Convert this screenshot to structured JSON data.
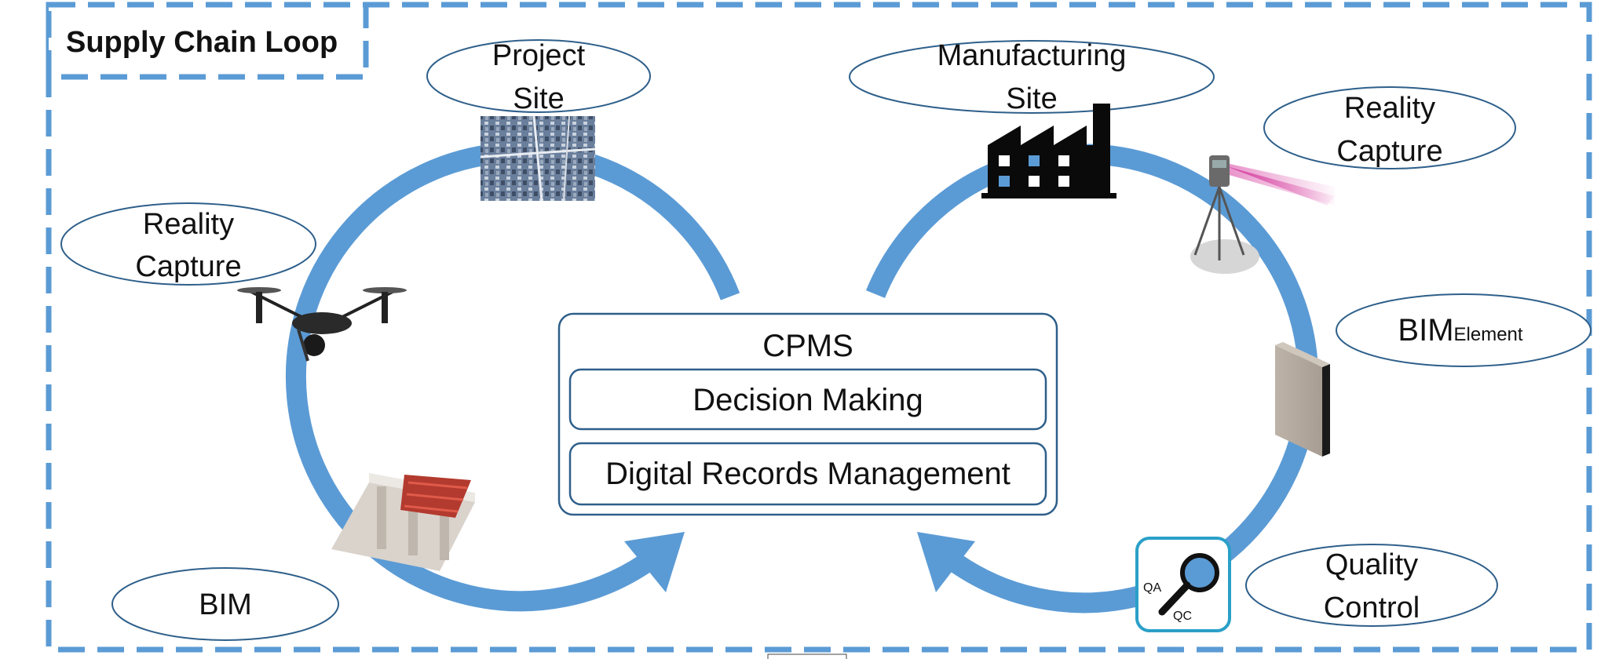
{
  "title": "Supply Chain Loop",
  "colors": {
    "loop_blue": "#5b9bd5",
    "frame_blue": "#5b9bd5",
    "ellipse_stroke": "#2e5f8a",
    "cpms_stroke": "#2e5f8a",
    "text": "#111111",
    "factory": "#0a0a0a",
    "laser": "#d63fa0",
    "qaqc_border": "#2aa0c8"
  },
  "left_loop": {
    "project_site": {
      "line1": "Project",
      "line2": "Site"
    },
    "reality_capture": {
      "line1": "Reality",
      "line2": "Capture"
    },
    "bim": "BIM"
  },
  "right_loop": {
    "manufacturing_site": {
      "line1": "Manufacturing",
      "line2": "Site"
    },
    "reality_capture": {
      "line1": "Reality",
      "line2": "Capture"
    },
    "bim_element": {
      "main": "BIM",
      "sub": "Element"
    },
    "quality_control": {
      "line1": "Quality",
      "line2": "Control"
    }
  },
  "cpms": {
    "title": "CPMS",
    "decision_making": "Decision Making",
    "digital_records": "Digital Records Management"
  },
  "qaqc": {
    "qa": "QA",
    "qc": "QC"
  },
  "icons": {
    "project_site": "aerial-site-photo-icon",
    "drone": "drone-icon",
    "bim_model": "bim-building-model-icon",
    "factory": "factory-icon",
    "laser_scanner": "laser-scanner-icon",
    "wall_panel": "wall-panel-icon",
    "qaqc": "magnifier-qa-qc-icon"
  }
}
